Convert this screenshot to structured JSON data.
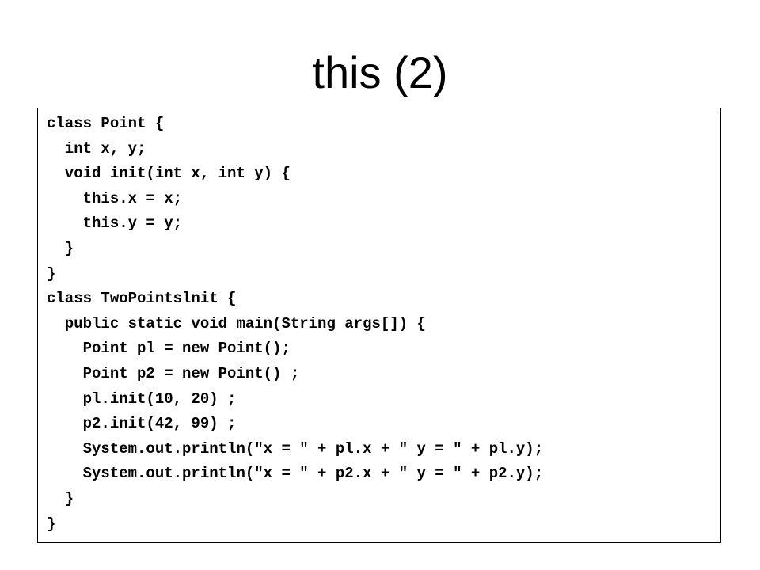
{
  "slide": {
    "title": "this (2)"
  },
  "code": {
    "lines": [
      "class Point {",
      "  int x, y;",
      "  void init(int x, int y) {",
      "    this.x = x;",
      "    this.y = y;",
      "  }",
      "}",
      "class TwoPointslnit {",
      "  public static void main(String args[]) {",
      "    Point pl = new Point();",
      "    Point p2 = new Point() ;",
      "    pl.init(10, 20) ;",
      "    p2.init(42, 99) ;",
      "    System.out.println(\"x = \" + pl.x + \" y = \" + pl.y);",
      "    System.out.println(\"x = \" + p2.x + \" y = \" + p2.y);",
      "  }",
      "}"
    ]
  }
}
